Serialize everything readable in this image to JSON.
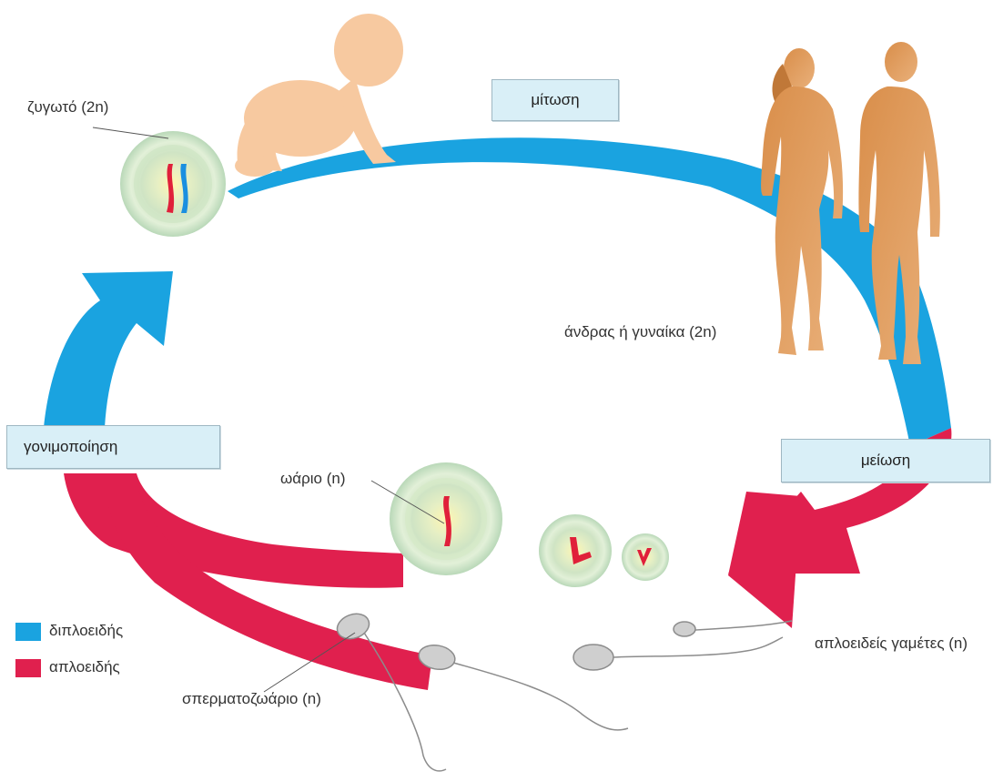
{
  "labels": {
    "mitosis": "μίτωση",
    "meiosis": "μείωση",
    "fertilization": "γονιμοποίηση",
    "zygote": "ζυγωτό (2n)",
    "adult": "άνδρας ή γυναίκα (2n)",
    "egg": "ωάριο (n)",
    "sperm": "σπερματοζωάριο (n)",
    "gametes": "απλοειδείς γαμέτες (n)"
  },
  "legend": [
    {
      "label": "διπλοειδής",
      "color": "#1aa3e0"
    },
    {
      "label": "απλοειδής",
      "color": "#e0204e"
    }
  ],
  "colors": {
    "diploid": "#1aa3e0",
    "haploid": "#e0204e",
    "label_box": "#d9eff7",
    "figures": "#e0a060",
    "baby": "#f7c9a0",
    "cell": "#c8dfb8"
  },
  "icons": [
    "baby-figure",
    "woman-figure",
    "man-figure",
    "sperm-icon",
    "egg-cell",
    "zygote-cell"
  ]
}
